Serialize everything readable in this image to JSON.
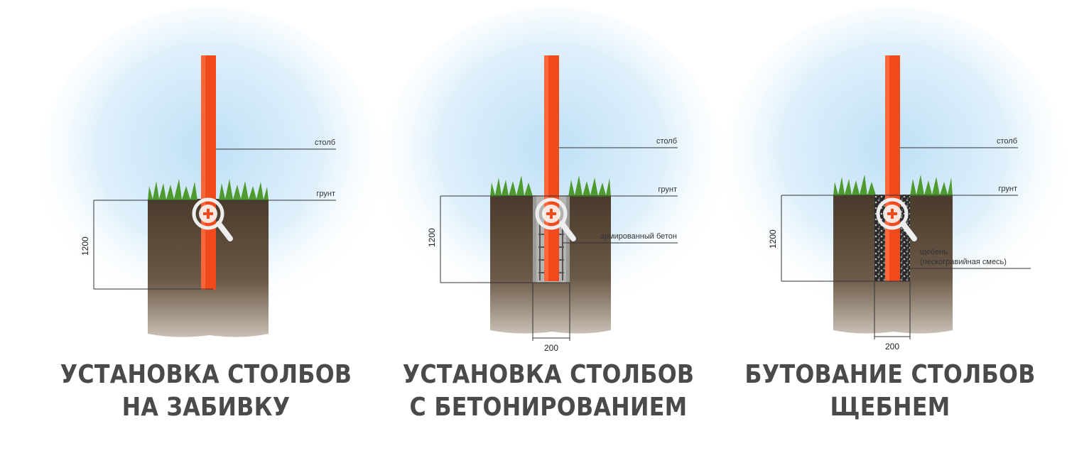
{
  "panels": [
    {
      "title_line1": "УСТАНОВКА СТОЛБОВ",
      "title_line2": "НА ЗАБИВКУ",
      "label_post": "столб",
      "label_ground": "грунт",
      "depth": "1200"
    },
    {
      "title_line1": "УСТАНОВКА СТОЛБОВ",
      "title_line2": "С БЕТОНИРОВАНИЕМ",
      "label_post": "столб",
      "label_ground": "грунт",
      "label_fill": "армированный бетон",
      "depth": "1200",
      "width": "200"
    },
    {
      "title_line1": "БУТОВАНИЕ СТОЛБОВ",
      "title_line2": "ЩЕБНЕМ",
      "label_post": "столб",
      "label_ground": "грунт",
      "label_fill_1": "щебень",
      "label_fill_2": "(пескогравийная смесь)",
      "depth": "1200",
      "width": "200"
    }
  ],
  "colors": {
    "post": "#f04a1c",
    "soil": "#5b4a3a",
    "grass": "#4f9a2e",
    "sky": "#cfe6f5",
    "title": "#4a4a4a"
  },
  "icons": [
    "zoom-in-icon",
    "zoom-in-icon",
    "zoom-in-icon"
  ]
}
